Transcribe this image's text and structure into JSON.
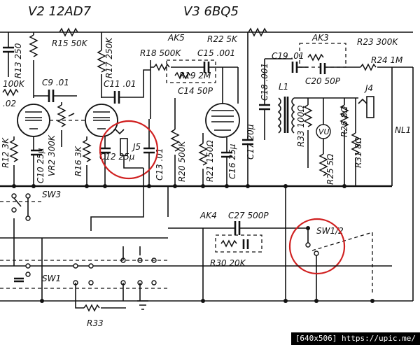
{
  "tubes": {
    "v2": "V2 12AD7",
    "v3": "V3 6BQ5"
  },
  "resistors": {
    "r15": "R15 50K",
    "r13": "R13 250",
    "r_100k": "100K",
    "r17": "R17 250K",
    "r18": "R18 500K",
    "r19": "R19 2M",
    "r22": "R22 5K",
    "r23": "R23 300K",
    "r24": "R24 1M",
    "r12": "R12 3K",
    "vr2": "VR2 300K",
    "r16": "R16 3K",
    "r20": "R20 500K",
    "r21": "R21 150Ω",
    "r33": "R33 100Ω",
    "r26": "R26 8Ω",
    "r25": "R25 5Ω",
    "r31": "R31 8Ω",
    "r30": "R30 20K",
    "r33b": "R33"
  },
  "capacitors": {
    "c8": ".02",
    "c9": "C9 .01",
    "c11": "C11 .01",
    "c15": "C15 .001",
    "c14": "C14 50P",
    "c19": "C19 .01",
    "c20": "C20 50P",
    "c10": "C10 25μ",
    "c12": "C12 25μ",
    "c13": "C13 .01",
    "c16": "C16 25μ",
    "c17": "C17 20μ",
    "c18": "C18 .001",
    "c27": "C27 500P"
  },
  "misc": {
    "ak3": "AK3",
    "ak4": "AK4",
    "ak5": "AK5",
    "l1": "L1",
    "j4": "J4",
    "j5": "J5",
    "nl1": "NL1",
    "sw1": "SW1",
    "sw3": "SW3",
    "sw12": "SW1/2",
    "meter": "VU"
  },
  "watermark": "[640x506] https://upic.me/",
  "colors": {
    "ink": "#111111",
    "annotation": "#d02020",
    "paper": "#ffffff"
  }
}
